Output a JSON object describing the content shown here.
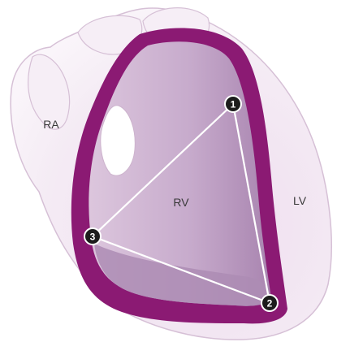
{
  "chambers": {
    "ra_label": "RA",
    "rv_label": "RV",
    "lv_label": "LV"
  },
  "markers": [
    {
      "number": "1"
    },
    {
      "number": "2"
    },
    {
      "number": "3"
    }
  ],
  "colors": {
    "heart_outer_fill": "#f2e8f2",
    "heart_outline": "#d8c2d8",
    "rv_wall": "#8a1a72",
    "rv_cavity_light": "#d9c0da",
    "rv_cavity_mid": "#bfa0c4",
    "rv_cavity_dark": "#a987b0",
    "triangle_line": "#ffffff",
    "marker_fill": "#1c1c1c"
  }
}
